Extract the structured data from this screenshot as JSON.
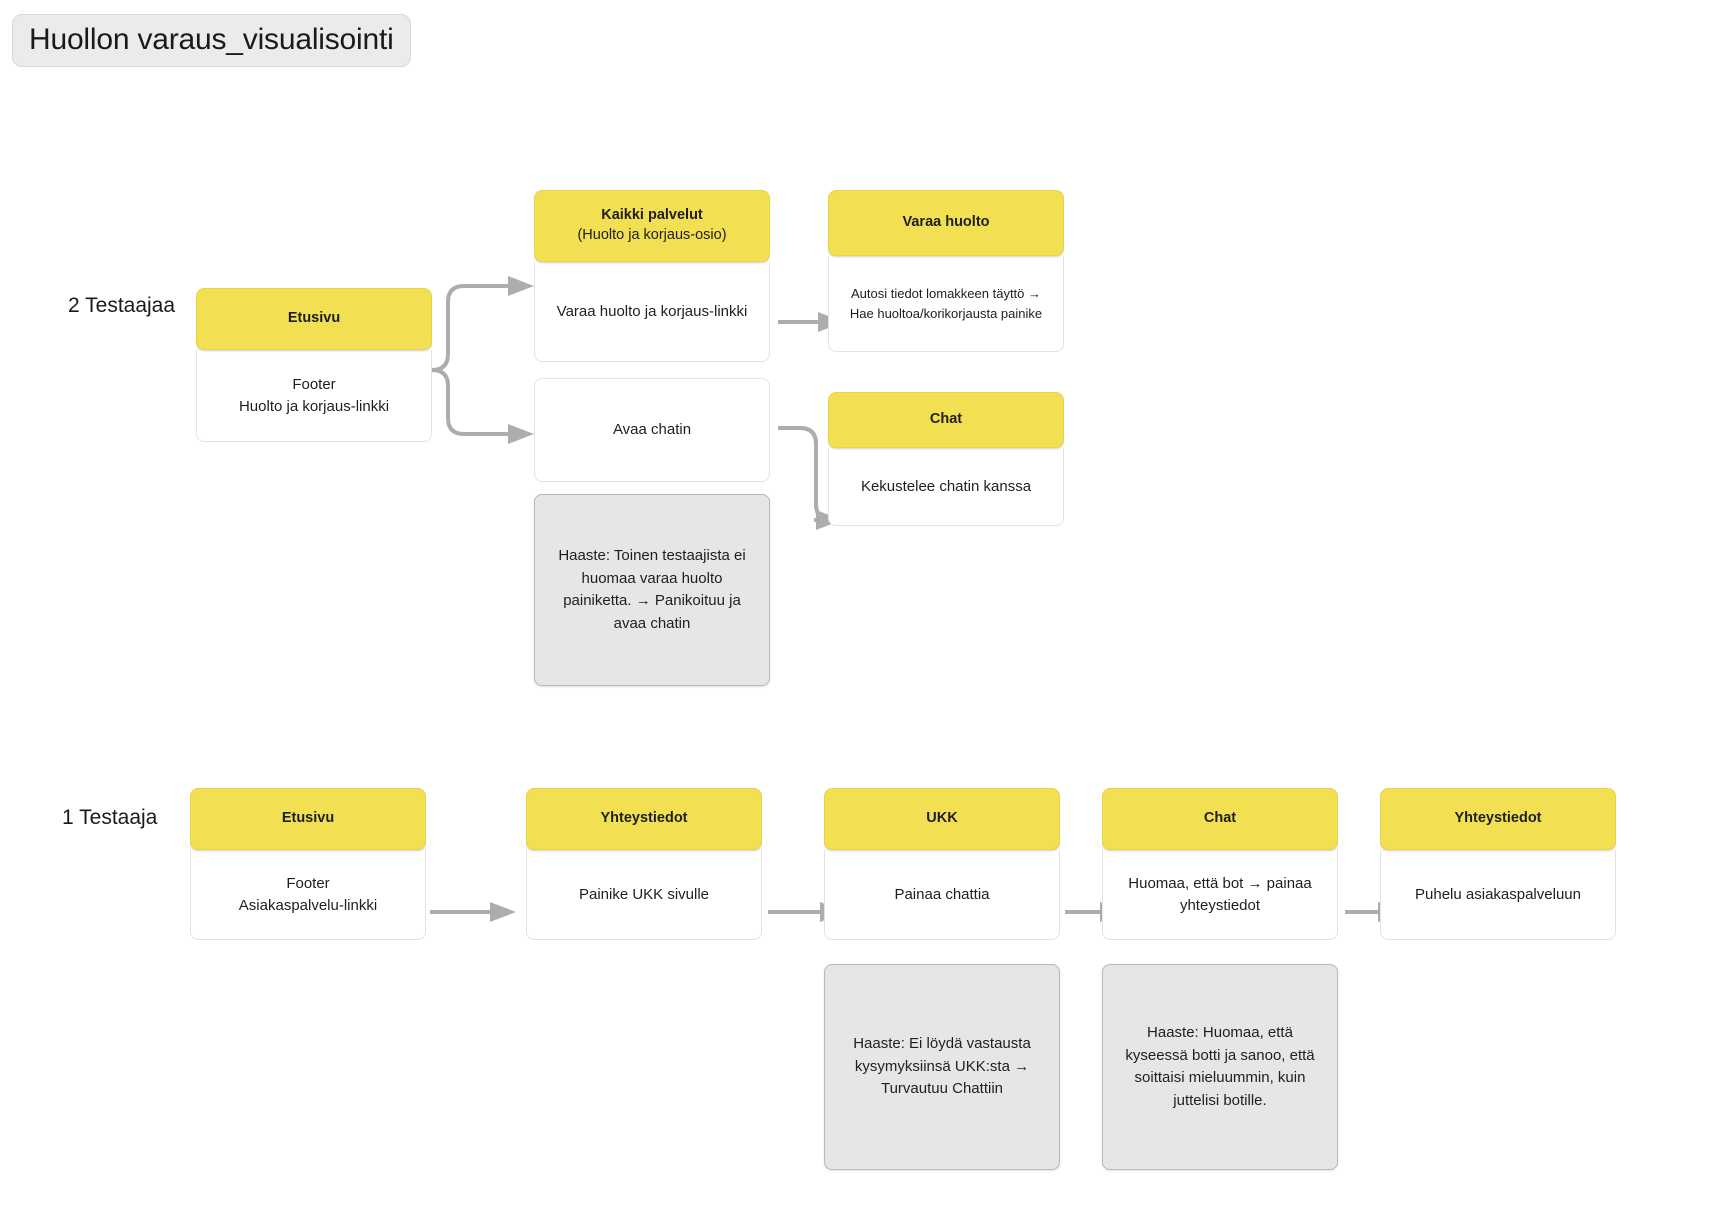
{
  "page": {
    "title_chip": "Huollon varaus_visualisointi",
    "background_color": "#ffffff",
    "accent_color": "#f2df52",
    "note_color": "#e6e6e6",
    "arrow_color": "#adadad"
  },
  "rows": [
    {
      "label": "2 Testaajaa",
      "nodes": [
        {
          "id": "etusivu-top",
          "header_title": "Etusivu",
          "header_sub": "",
          "body": "Footer\nHuolto ja korjaus-linkki"
        },
        {
          "id": "kaikki-palvelut",
          "header_title": "Kaikki palvelut",
          "header_sub": "(Huolto ja korjaus-osio)",
          "body": "Varaa huolto ja korjaus-linkki"
        },
        {
          "id": "avaa-chatin",
          "header_title": "",
          "header_sub": "",
          "body": "Avaa chatin"
        },
        {
          "id": "varaa-huolto",
          "header_title": "Varaa huolto",
          "header_sub": "",
          "body": "Autosi tiedot lomakkeen täyttö →\nHae huoltoa/korikorjausta painike"
        },
        {
          "id": "chat-top",
          "header_title": "Chat",
          "header_sub": "",
          "body": "Kekustelee chatin kanssa"
        }
      ],
      "notes": [
        {
          "id": "haaste-top",
          "text": "Haaste: Toinen testaajista ei huomaa varaa huolto painiketta. → Panikoituu ja avaa chatin"
        }
      ]
    },
    {
      "label": "1 Testaaja",
      "nodes": [
        {
          "id": "etusivu-bottom",
          "header_title": "Etusivu",
          "header_sub": "",
          "body": "Footer\nAsiakaspalvelu-linkki"
        },
        {
          "id": "yhteystiedot-1",
          "header_title": "Yhteystiedot",
          "header_sub": "",
          "body": "Painike UKK sivulle"
        },
        {
          "id": "ukk",
          "header_title": "UKK",
          "header_sub": "",
          "body": "Painaa chattia"
        },
        {
          "id": "chat-bottom",
          "header_title": "Chat",
          "header_sub": "",
          "body": "Huomaa, että bot → painaa yhteystiedot"
        },
        {
          "id": "yhteystiedot-2",
          "header_title": "Yhteystiedot",
          "header_sub": "",
          "body": "Puhelu asiakaspalveluun"
        }
      ],
      "notes": [
        {
          "id": "haaste-ukk",
          "text": "Haaste: Ei löydä vastausta kysymyksiinsä UKK:sta → Turvautuu Chattiin"
        },
        {
          "id": "haaste-chat",
          "text": "Haaste: Huomaa, että kyseessä botti ja sanoo, että soittaisi mieluummin, kuin juttelisi botille."
        }
      ]
    }
  ]
}
